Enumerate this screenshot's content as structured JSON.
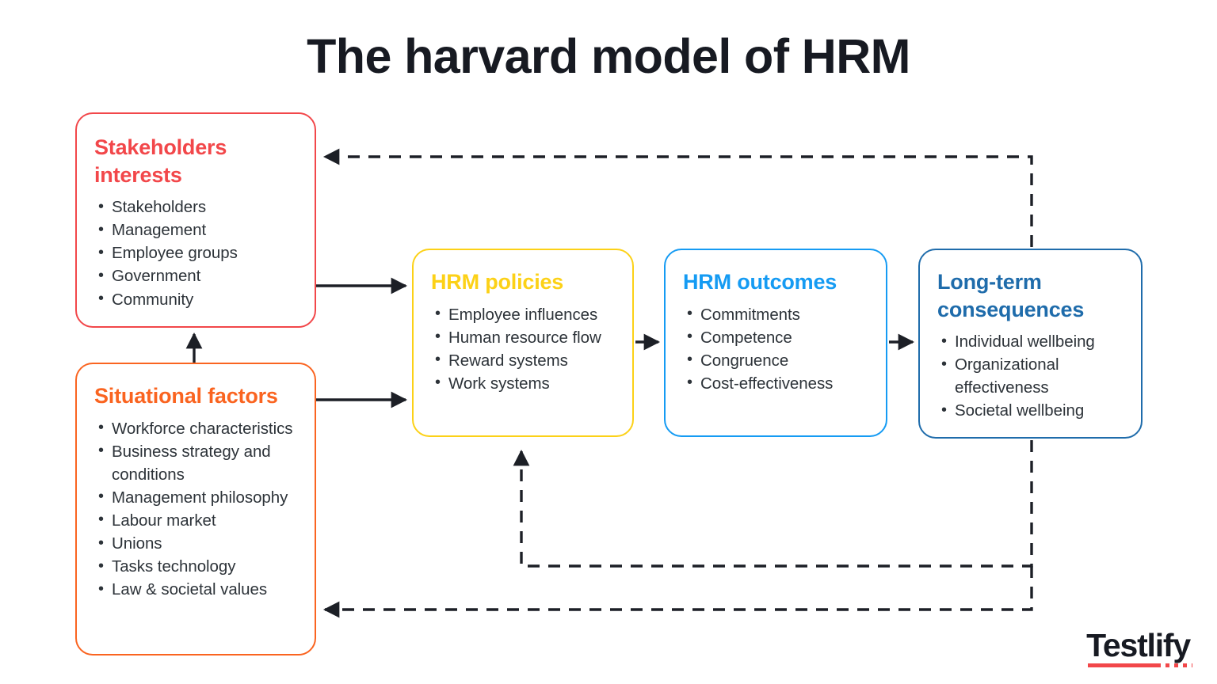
{
  "title": "The harvard model of HRM",
  "colors": {
    "title_text": "#171a22",
    "body_text": "#2d3339",
    "stakeholders": "#f2474a",
    "situational": "#fa6420",
    "policies": "#fcd117",
    "outcomes": "#159bf3",
    "longterm": "#1f6cab",
    "connector": "#1c1f26",
    "logo_accent": "#f2474a",
    "background": "#ffffff"
  },
  "nodes": {
    "stakeholders": {
      "title": "Stakeholders interests",
      "color": "#f2474a",
      "items": [
        "Stakeholders",
        "Management",
        "Employee groups",
        "Government",
        "Community"
      ]
    },
    "situational": {
      "title": "Situational factors",
      "color": "#fa6420",
      "items": [
        "Workforce characteristics",
        "Business strategy and conditions",
        "Management philosophy",
        "Labour market",
        "Unions",
        "Tasks technology",
        "Law & societal values"
      ]
    },
    "policies": {
      "title": "HRM policies",
      "color": "#fcd117",
      "items": [
        "Employee influences",
        "Human resource flow",
        "Reward systems",
        "Work systems"
      ]
    },
    "outcomes": {
      "title": "HRM outcomes",
      "color": "#159bf3",
      "items": [
        "Commitments",
        "Competence",
        "Congruence",
        "Cost-effectiveness"
      ]
    },
    "longterm": {
      "title": "Long-term consequences",
      "color": "#1f6cab",
      "items": [
        "Individual wellbeing",
        "Organizational effectiveness",
        "Societal wellbeing"
      ]
    }
  },
  "connectors": [
    {
      "name": "situational-to-stakeholders",
      "style": "solid",
      "direction": "up",
      "from": "situational",
      "to": "stakeholders"
    },
    {
      "name": "stakeholders-to-policies",
      "style": "solid",
      "direction": "right",
      "from": "stakeholders",
      "to": "policies"
    },
    {
      "name": "situational-to-policies",
      "style": "solid",
      "direction": "right",
      "from": "situational",
      "to": "policies"
    },
    {
      "name": "policies-to-outcomes",
      "style": "solid",
      "direction": "right",
      "from": "policies",
      "to": "outcomes"
    },
    {
      "name": "outcomes-to-longterm",
      "style": "solid",
      "direction": "right",
      "from": "outcomes",
      "to": "longterm"
    },
    {
      "name": "longterm-to-stakeholders-feedback",
      "style": "dashed",
      "direction": "left",
      "from": "longterm",
      "to": "stakeholders"
    },
    {
      "name": "longterm-to-policies-feedback",
      "style": "dashed",
      "direction": "up",
      "from": "longterm",
      "to": "policies"
    },
    {
      "name": "longterm-to-situational-feedback",
      "style": "dashed",
      "direction": "left",
      "from": "longterm",
      "to": "situational"
    }
  ],
  "logo": {
    "word": "Testlify"
  }
}
